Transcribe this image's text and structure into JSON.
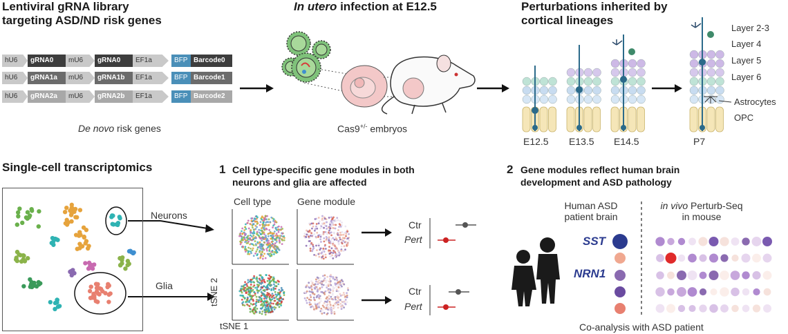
{
  "panel1": {
    "title_line1": "Lentiviral gRNA library",
    "title_line2": "targeting ASD/ND risk genes",
    "caption_italic": "De novo",
    "caption_rest": " risk genes",
    "rows": [
      {
        "p1": "hU6",
        "g1": "gRNA0",
        "p2": "mU6",
        "g2": "gRNA0",
        "p3": "EF1a",
        "bfp": "BFP",
        "bc": "Barcode0"
      },
      {
        "p1": "hU6",
        "g1": "gRNA1a",
        "p2": "mU6",
        "g2": "gRNA1b",
        "p3": "EF1a",
        "bfp": "BFP",
        "bc": "Barcode1"
      },
      {
        "p1": "hU6",
        "g1": "gRNA2a",
        "p2": "mU6",
        "g2": "gRNA2b",
        "p3": "EF1a",
        "bfp": "BFP",
        "bc": "Barcode2"
      }
    ]
  },
  "panel2": {
    "title_italic": "In utero",
    "title_rest": " infection at E12.5",
    "caption_pre": "Cas9",
    "caption_sup": "+/-",
    "caption_post": " embryos"
  },
  "panel3": {
    "title_line1": "Perturbations inherited by",
    "title_line2": "cortical lineages",
    "stages": [
      "E12.5",
      "E13.5",
      "E14.5",
      "P7"
    ],
    "layers": [
      "Layer 2-3",
      "Layer 4",
      "Layer 5",
      "Layer 6",
      "Astrocytes",
      "OPC"
    ]
  },
  "panel4": {
    "title": "Single-cell transcriptomics",
    "neurons": "Neurons",
    "glia": "Glia"
  },
  "panel5": {
    "number": "1",
    "title_line1": "Cell type-specific gene modules in both",
    "title_line2": "neurons and glia are affected",
    "col1": "Cell type",
    "col2": "Gene module",
    "axis_y": "tSNE 2",
    "axis_x": "tSNE 1",
    "ctr": "Ctr",
    "pert": "Pert"
  },
  "panel6": {
    "number": "2",
    "title_line1": "Gene modules reflect human brain",
    "title_line2": "development and ASD pathology",
    "human_line1": "Human ASD",
    "human_line2": "patient brain",
    "mouse_italic": "in vivo",
    "mouse_rest": " Perturb-Seq",
    "mouse_line2": "in mouse",
    "gene1": "SST",
    "gene2": "NRN1",
    "caption": "Co-analysis with ASD patient"
  },
  "colors": {
    "gray": "#c9c9c9",
    "dark": "#4a4a4a",
    "bfp": "#4a8fb8",
    "purple": "#6a4ba0",
    "red": "#d83a3a",
    "salmon": "#e88070",
    "green": "#6ab04c",
    "orange": "#e6a33c",
    "teal": "#2fb3b3"
  }
}
